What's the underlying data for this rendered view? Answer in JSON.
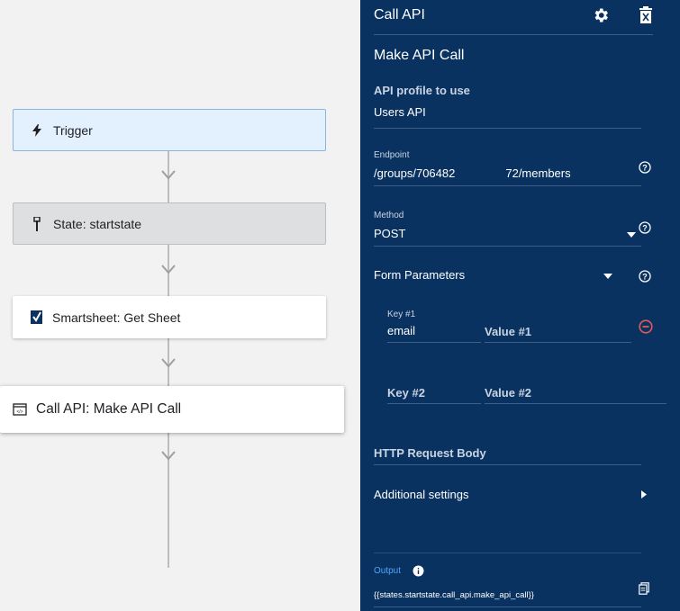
{
  "flow": {
    "nodes": [
      {
        "label": "Trigger",
        "icon": "lightning-icon"
      },
      {
        "label": "State: startstate",
        "icon": "flag-icon"
      },
      {
        "label": "Smartsheet: Get Sheet",
        "icon": "smartsheet-logo-icon"
      },
      {
        "label": "Call API: Make API Call",
        "icon": "api-window-icon"
      }
    ]
  },
  "panel": {
    "header_title": "Call API",
    "action_title": "Make API Call",
    "api_profile": {
      "label": "API profile to use",
      "value": "Users API"
    },
    "endpoint": {
      "label": "Endpoint",
      "value_prefix": "/groups/706482",
      "value_suffix": "72/members"
    },
    "method": {
      "label": "Method",
      "value": "POST"
    },
    "form_parameters": {
      "label": "Form Parameters",
      "rows": [
        {
          "key_label": "Key #1",
          "key_value": "email",
          "value_placeholder": "Value #1"
        },
        {
          "key_placeholder": "Key #2",
          "value_placeholder": "Value #2"
        }
      ]
    },
    "http_body_placeholder": "HTTP Request Body",
    "additional_settings": "Additional settings",
    "output": {
      "label": "Output",
      "value": "{{states.startstate.call_api.make_api_call}}"
    },
    "colors": {
      "panel_bg": "#0a3260",
      "output_label": "#4fa3ff",
      "remove_icon": "#e05a5a",
      "trigger_bg": "#e3f0fd",
      "state_bg": "#dddfe1"
    }
  }
}
